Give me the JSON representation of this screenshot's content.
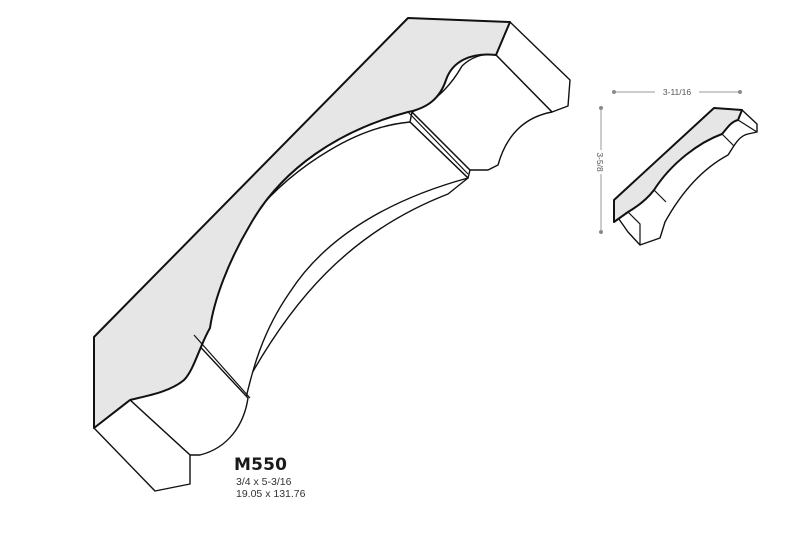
{
  "product": {
    "code": "M550",
    "imperial_size": "3/4 x 5-3/16",
    "metric_size": "19.05 x 131.76"
  },
  "dimensions": {
    "width_label": "3-11/16",
    "height_label": "3-5/8"
  },
  "colors": {
    "profile_fill": "#e6e6e6",
    "outline": "#111111",
    "dimension": "#9a9a9a"
  }
}
